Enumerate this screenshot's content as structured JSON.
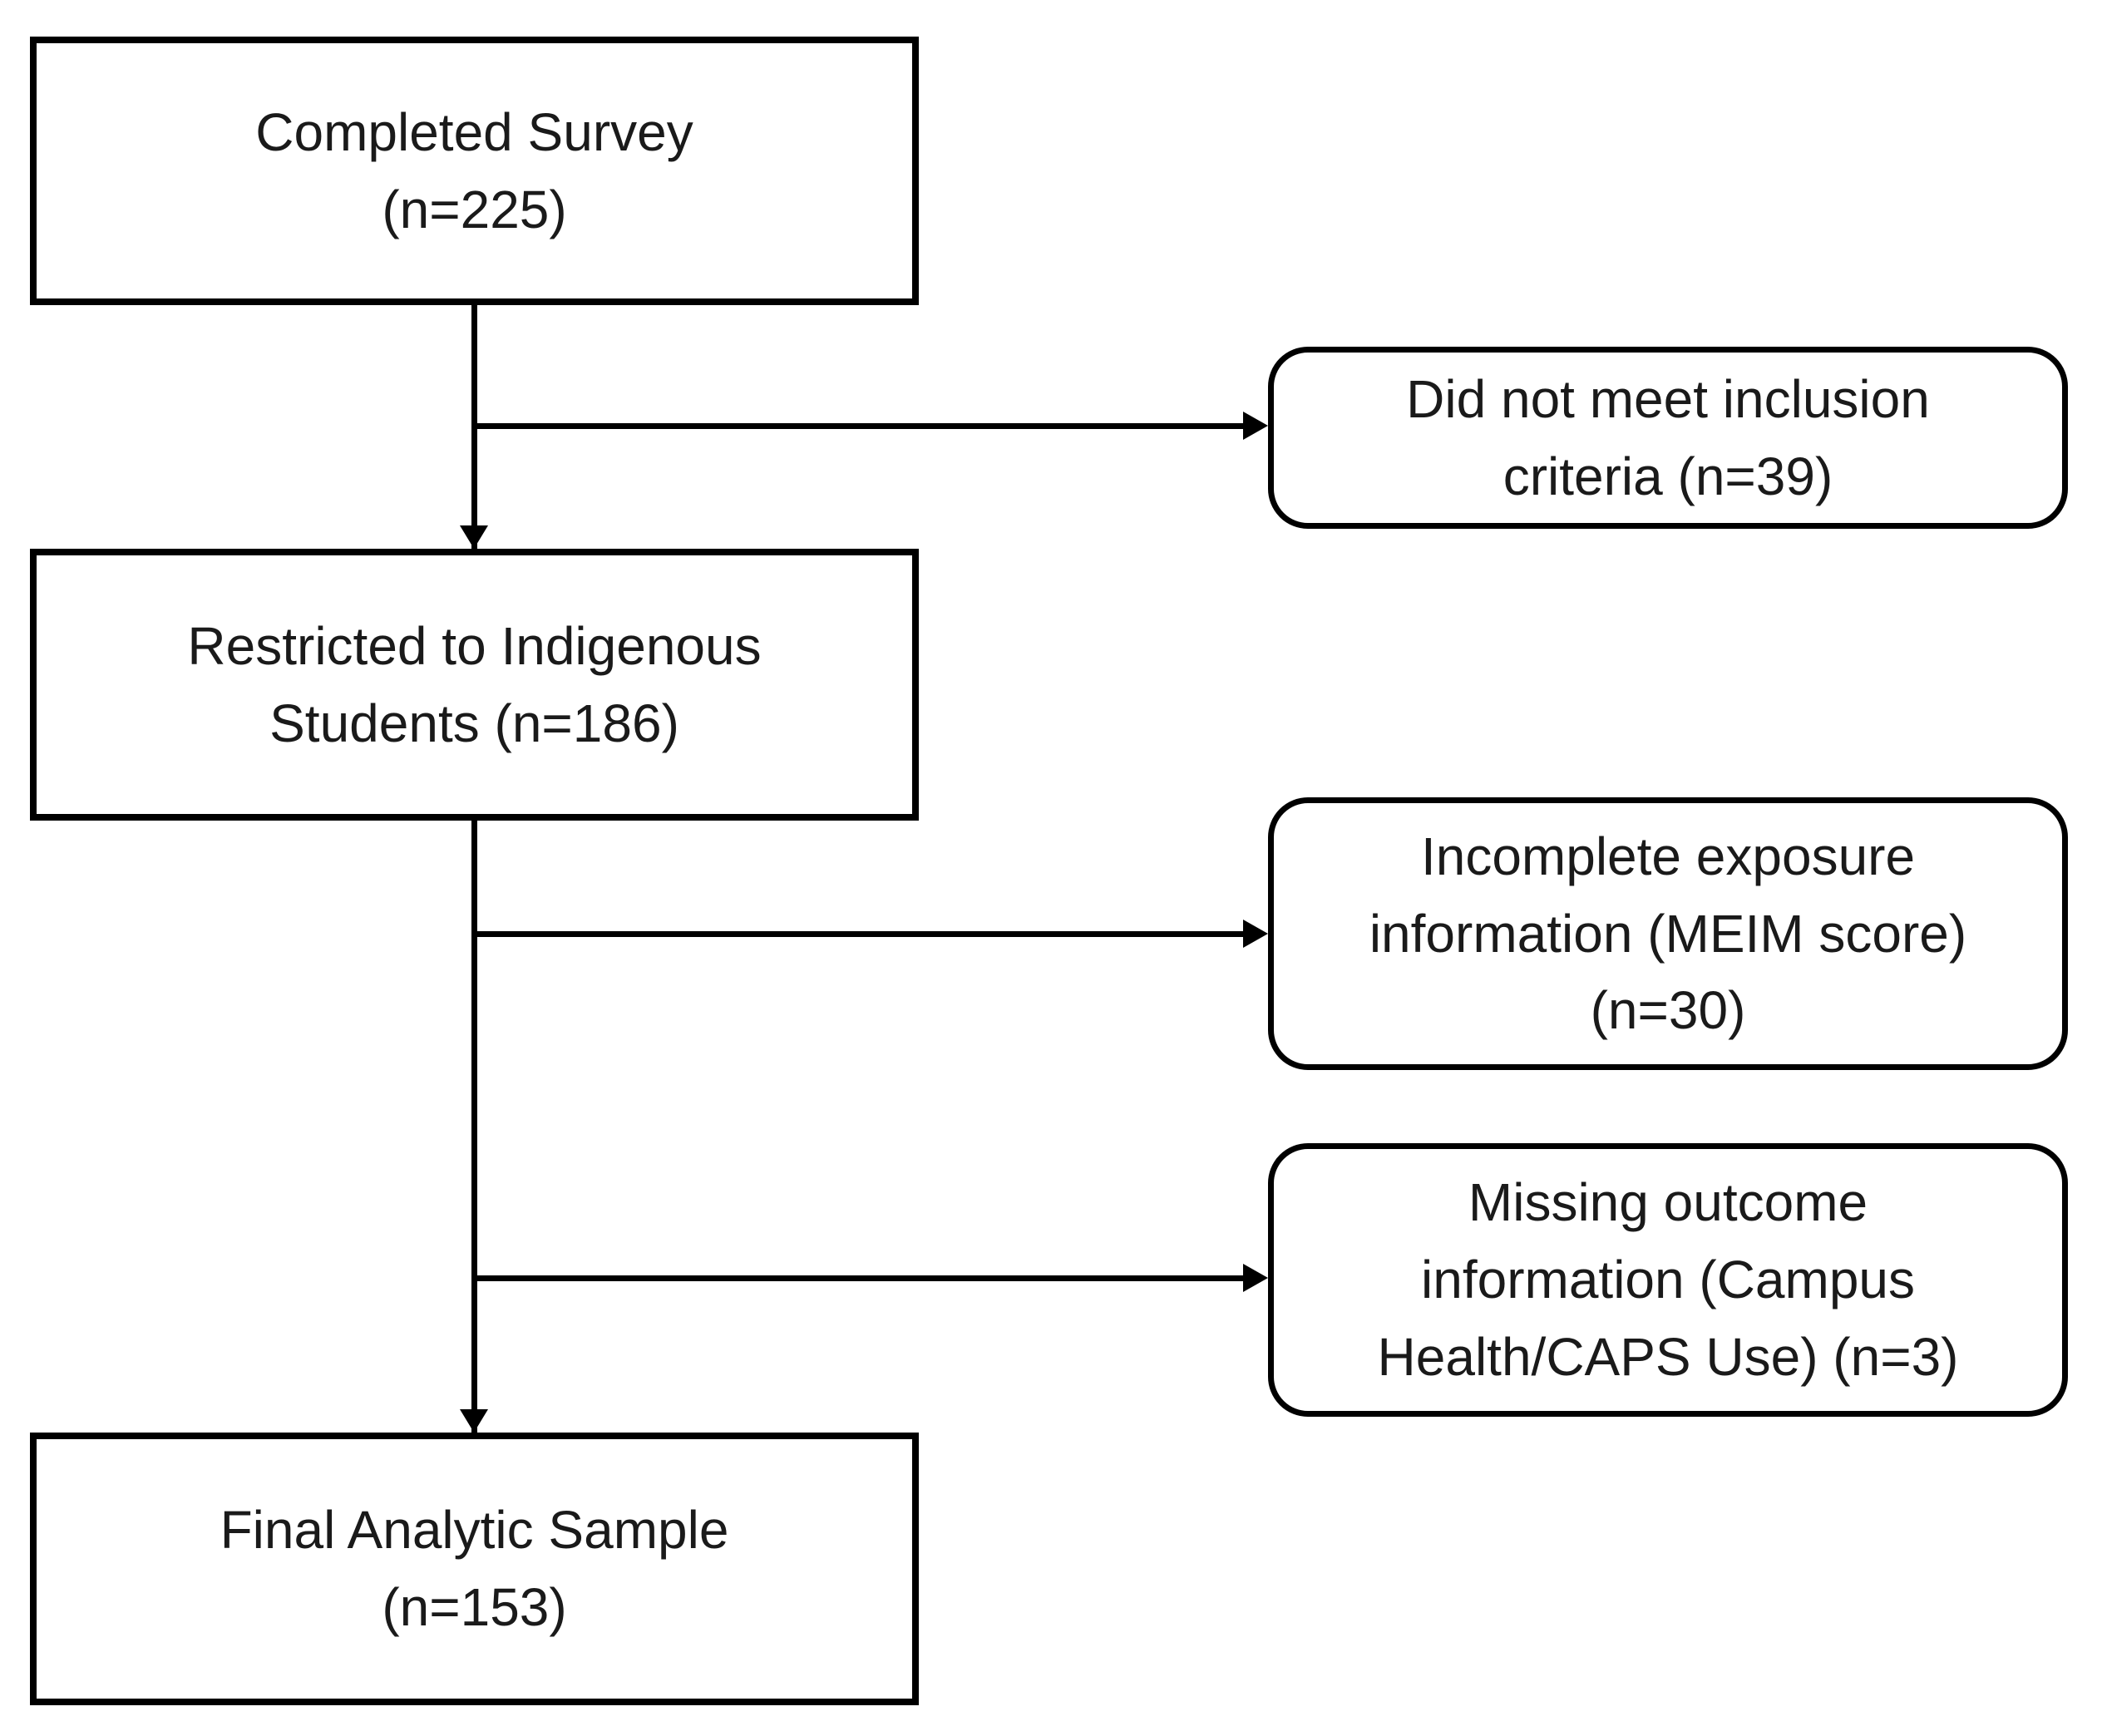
{
  "figure": {
    "type": "participant-flow-diagram",
    "background_color": "#ffffff",
    "stroke_color": "#000000",
    "text_color": "#1a1a1a"
  },
  "nodes": {
    "completed_survey": {
      "text": "Completed Survey\n(n=225)",
      "n": 225
    },
    "not_meet_inclusion": {
      "text": "Did not meet inclusion\ncriteria (n=39)",
      "n": 39
    },
    "restricted_indigenous": {
      "text": "Restricted to Indigenous\nStudents (n=186)",
      "n": 186
    },
    "incomplete_exposure": {
      "text": "Incomplete exposure\ninformation (MEIM score)\n(n=30)",
      "n": 30
    },
    "missing_outcome": {
      "text": "Missing outcome\ninformation (Campus\nHealth/CAPS Use) (n=3)",
      "n": 3
    },
    "final_analytic_sample": {
      "text": "Final Analytic Sample\n(n=153)",
      "n": 153
    }
  }
}
